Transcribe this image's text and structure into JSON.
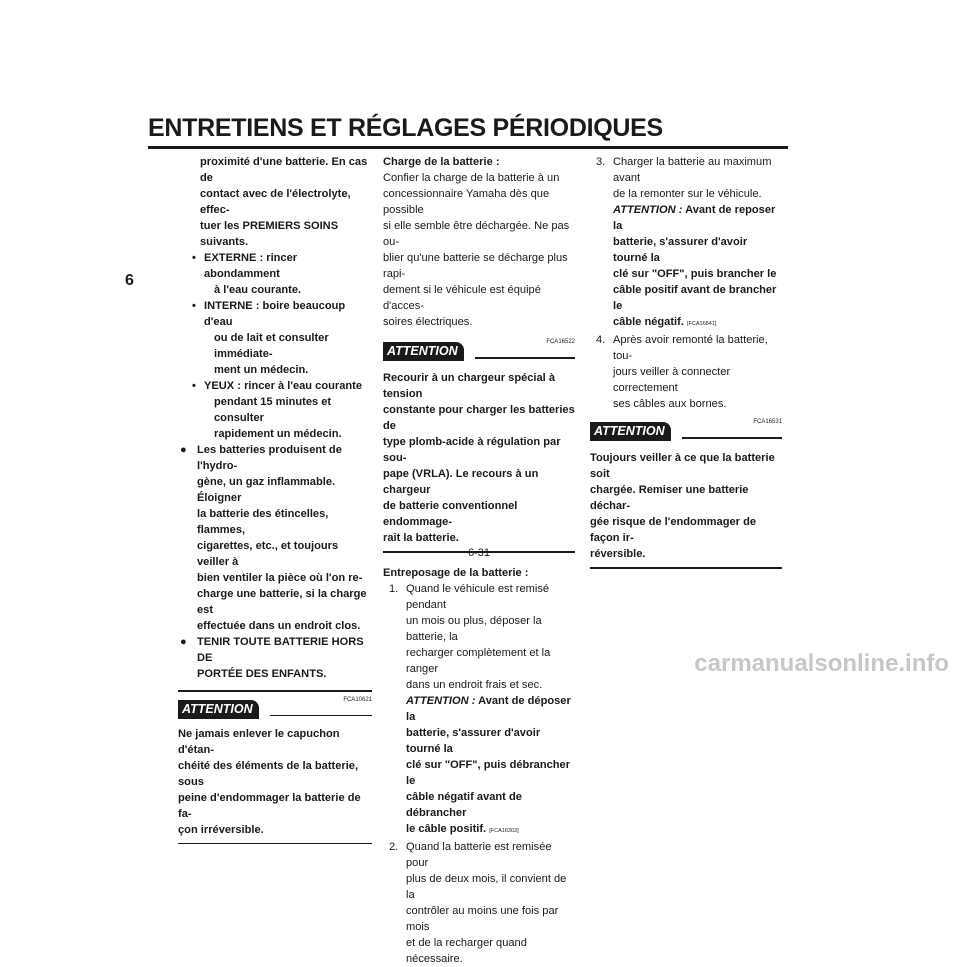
{
  "header": {
    "title": "ENTRETIENS ET RÉGLAGES PÉRIODIQUES"
  },
  "chapter_tab": "6",
  "col1": {
    "intro": [
      "proximité d'une batterie. En cas de",
      "contact avec de l'électrolyte, effec-",
      "tuer les PREMIERS SOINS suivants."
    ],
    "sub1": [
      "EXTERNE : rincer abondamment",
      "à l'eau courante."
    ],
    "sub2": [
      "INTERNE : boire beaucoup d'eau",
      "ou de lait et consulter immédiate-",
      "ment un médecin."
    ],
    "sub3": [
      "YEUX : rincer à l'eau courante",
      "pendant 15 minutes et consulter",
      "rapidement un médecin."
    ],
    "b2": [
      "Les batteries produisent de l'hydro-",
      "gène, un gaz inflammable. Éloigner",
      "la batterie des étincelles, flammes,",
      "cigarettes, etc., et toujours veiller à",
      "bien ventiler la pièce où l'on re-",
      "charge une batterie, si la charge est",
      "effectuée dans un endroit clos."
    ],
    "b3": [
      "TENIR TOUTE BATTERIE HORS DE",
      "PORTÉE DES ENFANTS."
    ],
    "att_label": "ATTENTION",
    "att_code": "FCA10621",
    "att_text": [
      "Ne jamais enlever le capuchon d'étan-",
      "chéité des éléments de la batterie, sous",
      "peine d'endommager la batterie de fa-",
      "çon irréversible."
    ]
  },
  "col2": {
    "charge_title": "Charge de la batterie :",
    "charge_text": [
      "Confier la charge de la batterie à un",
      "concessionnaire Yamaha dès que possible",
      "si elle semble être déchargée. Ne pas ou-",
      "blier qu'une batterie se décharge plus rapi-",
      "dement si le véhicule est équipé d'acces-",
      "soires électriques."
    ],
    "att_label": "ATTENTION",
    "att_code": "FCA16522",
    "att_text": [
      "Recourir à un chargeur spécial à tension",
      "constante pour charger les batteries de",
      "type plomb-acide à régulation par sou-",
      "pape (VRLA). Le recours à un chargeur",
      "de batterie conventionnel endommage-",
      "rait la batterie."
    ],
    "storage_title": "Entreposage de la batterie :",
    "s1_num": "1.",
    "s1_text": [
      "Quand le véhicule est remisé pendant",
      "un mois ou plus, déposer la batterie, la",
      "recharger complètement et la ranger",
      "dans un endroit frais et sec."
    ],
    "s1_att_label": "ATTENTION :",
    "s1_att_text1": "Avant de déposer la",
    "s1_att_rest": [
      "batterie, s'assurer d'avoir tourné la",
      "clé sur \"OFF\", puis débrancher le",
      "câble négatif avant de débrancher"
    ],
    "s1_att_last": "le câble positif.",
    "s1_ref": "[FCA16303]",
    "s2_num": "2.",
    "s2_text": [
      "Quand la batterie est remisée pour",
      "plus de deux mois, il convient de la",
      "contrôler au moins une fois par mois",
      "et de la recharger quand nécessaire."
    ]
  },
  "col3": {
    "s3_num": "3.",
    "s3_text": [
      "Charger la batterie au maximum avant",
      "de la remonter sur le véhicule."
    ],
    "s3_att_label": "ATTENTION :",
    "s3_att_text1": "Avant de reposer la",
    "s3_att_rest": [
      "batterie, s'assurer d'avoir tourné la",
      "clé sur \"OFF\", puis brancher le",
      "câble positif avant de brancher le"
    ],
    "s3_att_last": "câble négatif.",
    "s3_ref": "[FCA16841]",
    "s4_num": "4.",
    "s4_text": [
      "Après avoir remonté la batterie, tou-",
      "jours veiller à connecter correctement",
      "ses câbles aux bornes."
    ],
    "att_label": "ATTENTION",
    "att_code": "FCA16531",
    "att_text": [
      "Toujours veiller à ce que la batterie soit",
      "chargée. Remiser une batterie déchar-",
      "gée risque de l'endommager de façon ir-",
      "réversible."
    ]
  },
  "page_number": "6-31",
  "watermark": "carmanualsonline.info"
}
